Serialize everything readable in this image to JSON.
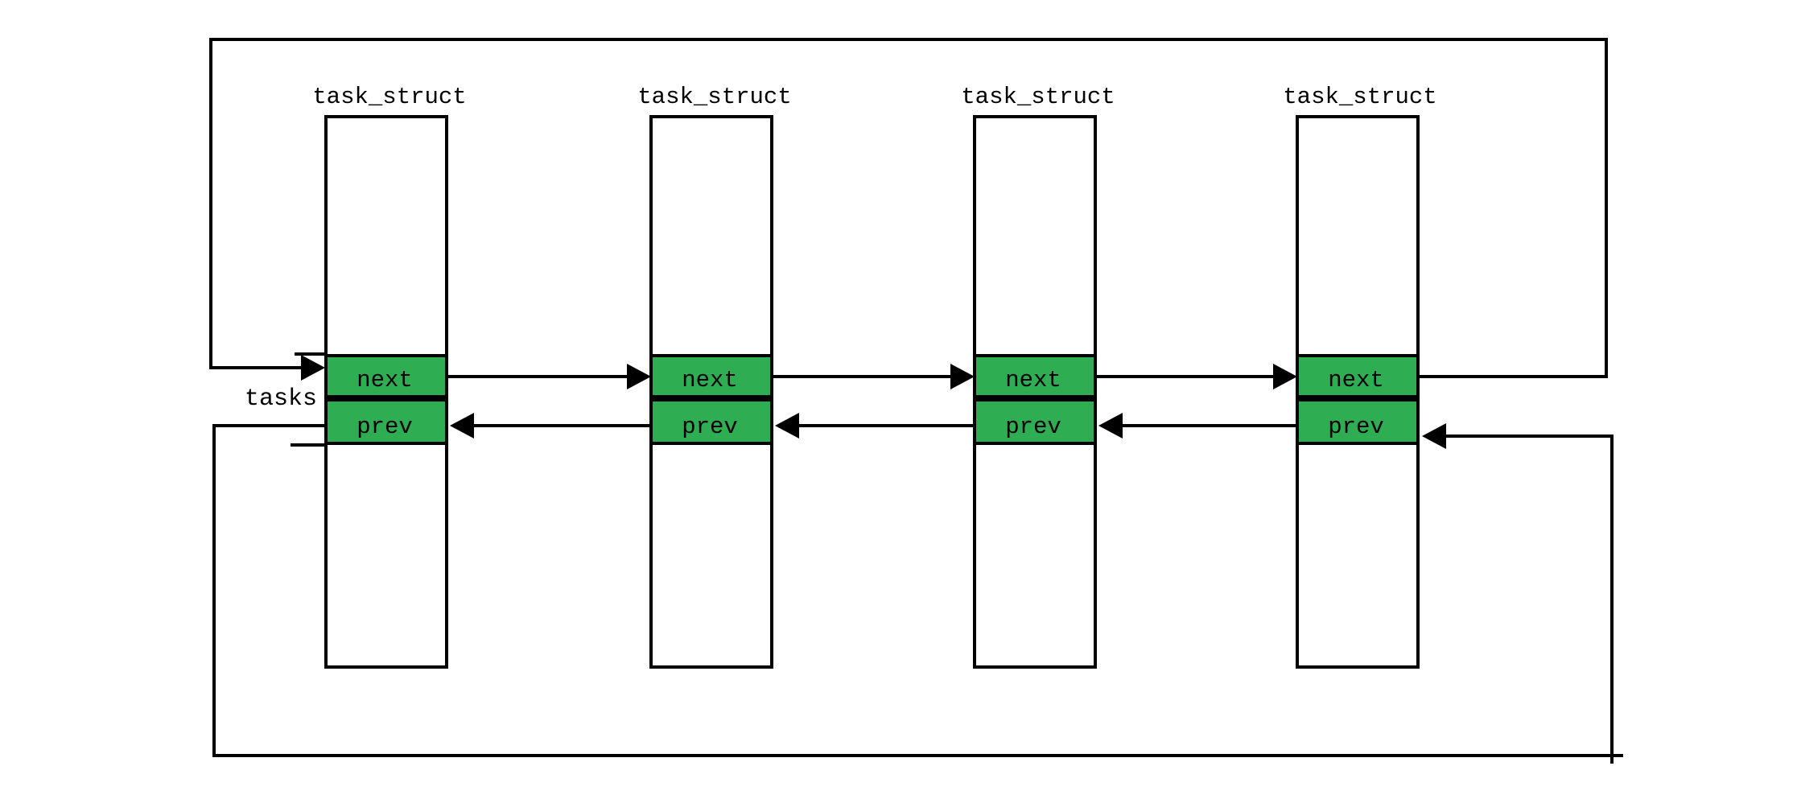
{
  "diagram": {
    "kind": "circular-doubly-linked-list",
    "tasks_label": "tasks",
    "nodes": [
      {
        "title": "task_struct",
        "next_label": "next",
        "prev_label": "prev"
      },
      {
        "title": "task_struct",
        "next_label": "next",
        "prev_label": "prev"
      },
      {
        "title": "task_struct",
        "next_label": "next",
        "prev_label": "prev"
      },
      {
        "title": "task_struct",
        "next_label": "next",
        "prev_label": "prev"
      }
    ],
    "colors": {
      "cell_fill": "#2fad52",
      "line": "#000000",
      "background": "#ffffff"
    }
  }
}
